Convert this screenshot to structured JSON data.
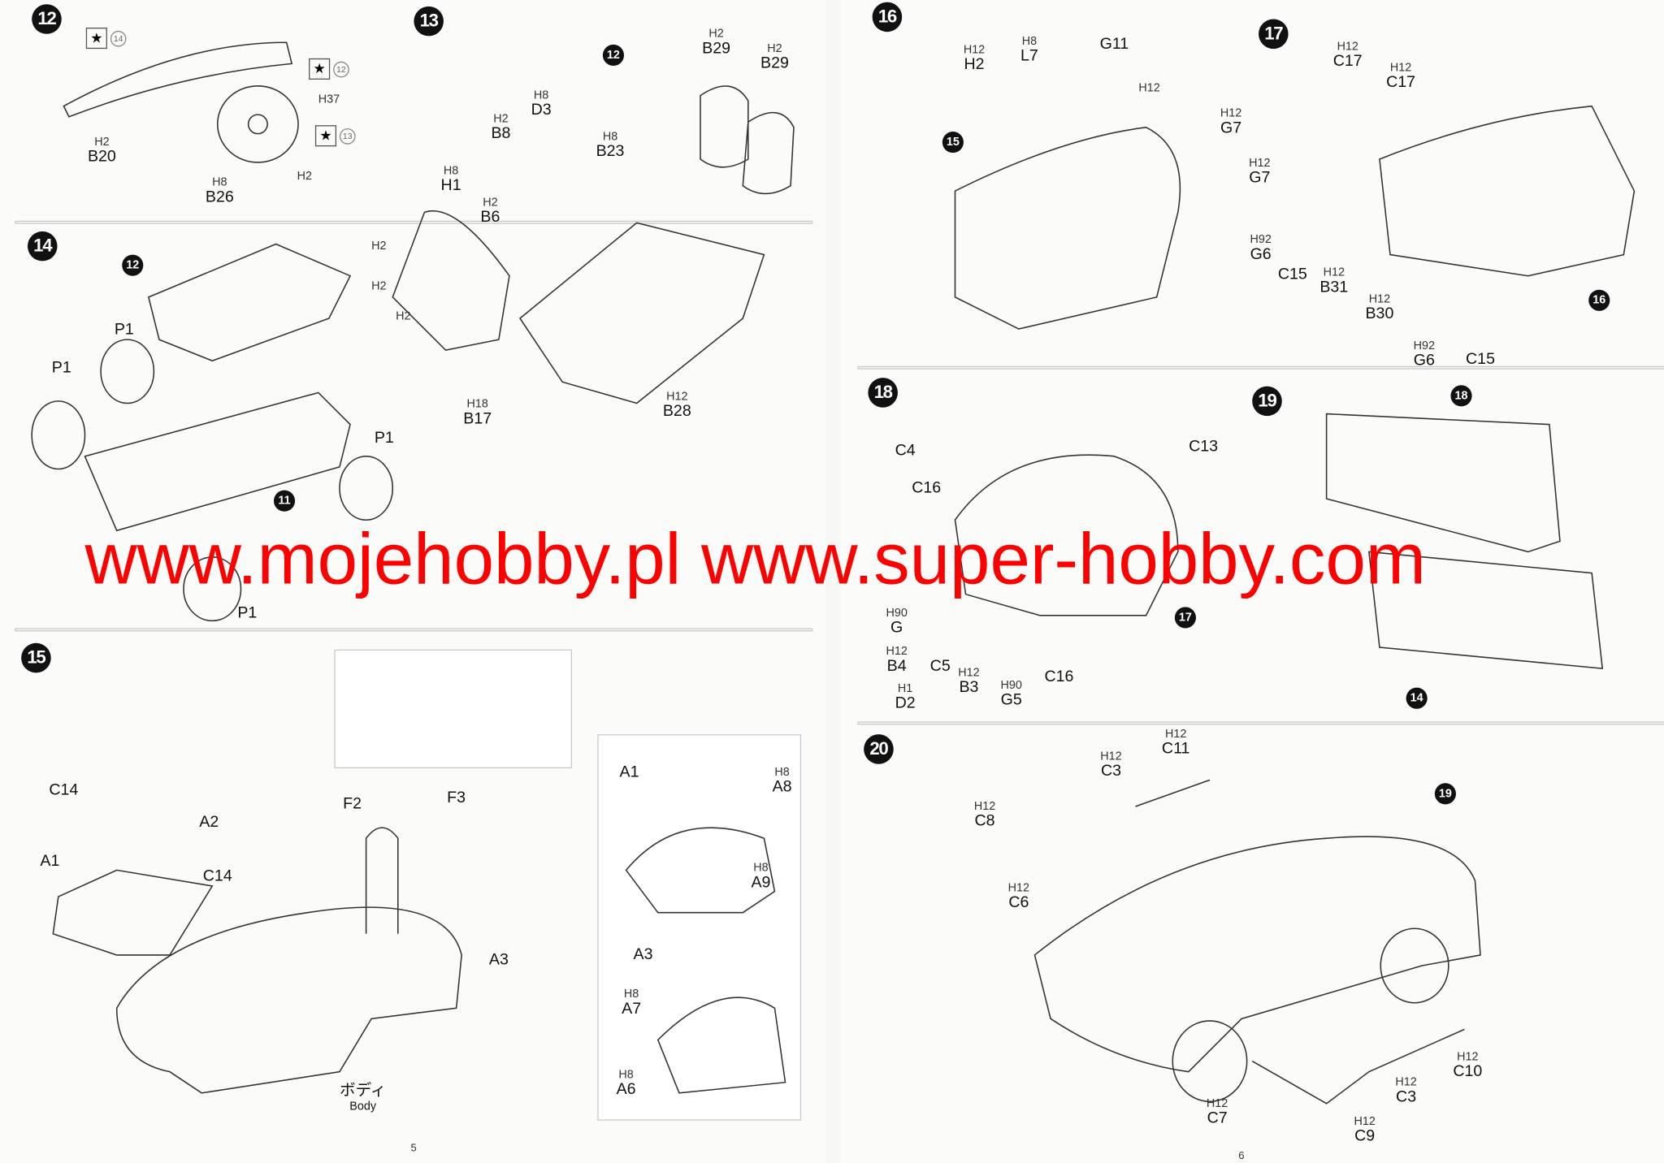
{
  "pages": {
    "left_number": "5",
    "right_number": "6"
  },
  "watermark": "www.mojehobby.pl www.super-hobby.com",
  "decal_symbol": "★",
  "steps": [
    {
      "number": "12",
      "callouts": [
        {
          "type": "decal",
          "num": "14"
        },
        {
          "type": "decal",
          "num": "12"
        },
        {
          "type": "code",
          "code": "H37"
        },
        {
          "type": "decal",
          "num": "13"
        },
        {
          "type": "part",
          "code": "H2",
          "part": "B20"
        },
        {
          "type": "part",
          "code": "H8",
          "part": "B26"
        },
        {
          "type": "code",
          "code": "H2"
        }
      ]
    },
    {
      "number": "13",
      "callouts": [
        {
          "type": "ref",
          "ref": "12"
        },
        {
          "type": "part",
          "code": "H2",
          "part": "B29"
        },
        {
          "type": "part",
          "code": "H2",
          "part": "B29"
        },
        {
          "type": "part",
          "code": "H8",
          "part": "D3"
        },
        {
          "type": "part",
          "code": "H2",
          "part": "B8"
        },
        {
          "type": "part",
          "code": "H8",
          "part": "B23"
        },
        {
          "type": "part",
          "code": "H8",
          "part": "H1"
        },
        {
          "type": "part",
          "code": "H2",
          "part": "B6"
        },
        {
          "type": "code",
          "code": "H2"
        },
        {
          "type": "code",
          "code": "H2"
        },
        {
          "type": "code",
          "code": "H2"
        },
        {
          "type": "part",
          "code": "H18",
          "part": "B17"
        },
        {
          "type": "part",
          "code": "H12",
          "part": "B28"
        }
      ]
    },
    {
      "number": "14",
      "callouts": [
        {
          "type": "ref",
          "ref": "12"
        },
        {
          "type": "part",
          "part": "P1"
        },
        {
          "type": "part",
          "part": "P1"
        },
        {
          "type": "part",
          "part": "P1"
        },
        {
          "type": "ref",
          "ref": "11"
        },
        {
          "type": "part",
          "part": "P1"
        }
      ]
    },
    {
      "number": "15",
      "callouts": [
        {
          "type": "part",
          "part": "C14"
        },
        {
          "type": "part",
          "part": "A2"
        },
        {
          "type": "part",
          "part": "A1"
        },
        {
          "type": "part",
          "part": "C14"
        },
        {
          "type": "part",
          "part": "F2"
        },
        {
          "type": "part",
          "part": "F3"
        },
        {
          "type": "part",
          "part": "A3"
        },
        {
          "type": "body",
          "jp": "ボディ",
          "part": "Body"
        },
        {
          "type": "part",
          "part": "A1"
        },
        {
          "type": "part",
          "code": "H8",
          "part": "A8"
        },
        {
          "type": "part",
          "code": "H8",
          "part": "A9"
        },
        {
          "type": "part",
          "part": "A3"
        },
        {
          "type": "part",
          "code": "H8",
          "part": "A7"
        },
        {
          "type": "part",
          "code": "H8",
          "part": "A6"
        }
      ]
    },
    {
      "number": "16",
      "callouts": [
        {
          "type": "part",
          "code": "H12",
          "part": "H2"
        },
        {
          "type": "part",
          "code": "H8",
          "part": "L7"
        },
        {
          "type": "part",
          "part": "G11"
        },
        {
          "type": "code",
          "code": "H12"
        },
        {
          "type": "ref",
          "ref": "15"
        }
      ]
    },
    {
      "number": "17",
      "callouts": [
        {
          "type": "part",
          "code": "H12",
          "part": "C17"
        },
        {
          "type": "part",
          "code": "H12",
          "part": "C17"
        },
        {
          "type": "part",
          "code": "H12",
          "part": "G7"
        },
        {
          "type": "part",
          "code": "H12",
          "part": "G7"
        },
        {
          "type": "part",
          "code": "H92",
          "part": "G6"
        },
        {
          "type": "part",
          "part": "C15"
        },
        {
          "type": "part",
          "code": "H12",
          "part": "B31"
        },
        {
          "type": "part",
          "code": "H12",
          "part": "B30"
        },
        {
          "type": "ref",
          "ref": "16"
        },
        {
          "type": "part",
          "code": "H92",
          "part": "G6"
        },
        {
          "type": "part",
          "part": "C15"
        }
      ]
    },
    {
      "number": "18",
      "callouts": [
        {
          "type": "part",
          "part": "C4"
        },
        {
          "type": "part",
          "part": "C13"
        },
        {
          "type": "part",
          "part": "C16"
        },
        {
          "type": "part",
          "code": "H90",
          "part": "G"
        },
        {
          "type": "part",
          "code": "H12",
          "part": "B4"
        },
        {
          "type": "part",
          "code": "H1",
          "part": "D2"
        },
        {
          "type": "part",
          "part": "C5"
        },
        {
          "type": "part",
          "code": "H12",
          "part": "B3"
        },
        {
          "type": "part",
          "code": "H90",
          "part": "G5"
        },
        {
          "type": "part",
          "part": "C16"
        },
        {
          "type": "ref",
          "ref": "17"
        }
      ]
    },
    {
      "number": "19",
      "callouts": [
        {
          "type": "ref",
          "ref": "18"
        },
        {
          "type": "ref",
          "ref": "14"
        }
      ]
    },
    {
      "number": "20",
      "callouts": [
        {
          "type": "part",
          "code": "H12",
          "part": "C11"
        },
        {
          "type": "part",
          "code": "H12",
          "part": "C3"
        },
        {
          "type": "part",
          "code": "H12",
          "part": "C8"
        },
        {
          "type": "part",
          "code": "H12",
          "part": "C6"
        },
        {
          "type": "ref",
          "ref": "19"
        },
        {
          "type": "part",
          "code": "H12",
          "part": "C10"
        },
        {
          "type": "part",
          "code": "H12",
          "part": "C3"
        },
        {
          "type": "part",
          "code": "H12",
          "part": "C7"
        },
        {
          "type": "part",
          "code": "H12",
          "part": "C9"
        }
      ]
    }
  ]
}
